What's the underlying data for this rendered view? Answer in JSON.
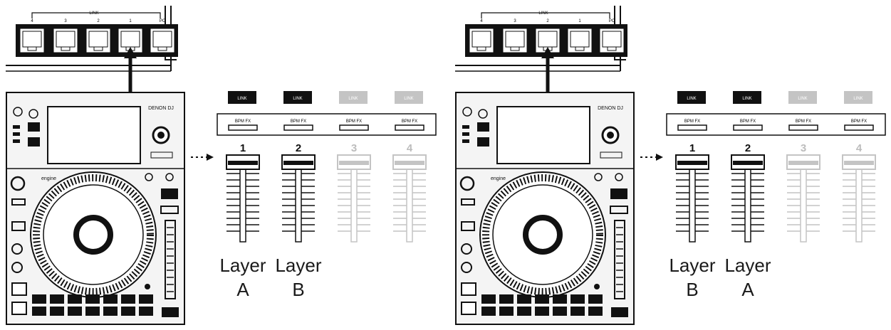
{
  "diagrams": [
    {
      "link_header": "LINK",
      "port_labels": [
        "4",
        "3",
        "2",
        "1",
        "PC"
      ],
      "connected_port_index": 3,
      "device_model": "DENON DJ",
      "device_brand": "engine",
      "channel_badge": "LINK",
      "bpm_fx_label": "BPM FX",
      "channels": [
        {
          "number": "1",
          "active": true
        },
        {
          "number": "2",
          "active": true
        },
        {
          "number": "3",
          "active": false
        },
        {
          "number": "4",
          "active": false
        }
      ],
      "layer_word": "Layer",
      "layer_assignments": [
        "A",
        "B"
      ]
    },
    {
      "link_header": "LINK",
      "port_labels": [
        "4",
        "3",
        "2",
        "1",
        "PC"
      ],
      "connected_port_index": 2,
      "device_model": "DENON DJ",
      "device_brand": "engine",
      "channel_badge": "LINK",
      "bpm_fx_label": "BPM FX",
      "channels": [
        {
          "number": "1",
          "active": true
        },
        {
          "number": "2",
          "active": true
        },
        {
          "number": "3",
          "active": false
        },
        {
          "number": "4",
          "active": false
        }
      ],
      "layer_word": "Layer",
      "layer_assignments": [
        "B",
        "A"
      ]
    }
  ],
  "colors": {
    "ink": "#111111",
    "inactive": "#bcbcbc",
    "device_body": "#f4f4f4"
  },
  "icons": [
    "ethernet-port-icon",
    "connection-arrow-icon",
    "dotted-arrow-icon",
    "jog-wheel-icon"
  ]
}
